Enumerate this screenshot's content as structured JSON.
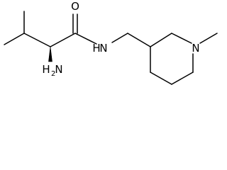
{
  "molecule": {
    "atoms": {
      "carbonyl_oxygen": "O",
      "amide_nitrogen": "N",
      "amide_hydrogen": "H",
      "amine_nitrogen": "N",
      "amine_hydrogen": "H",
      "amine_subscript": "2",
      "ring_nitrogen": "N"
    },
    "colors": {
      "bond": "#000000",
      "label": "#000000",
      "background": "#ffffff"
    }
  }
}
